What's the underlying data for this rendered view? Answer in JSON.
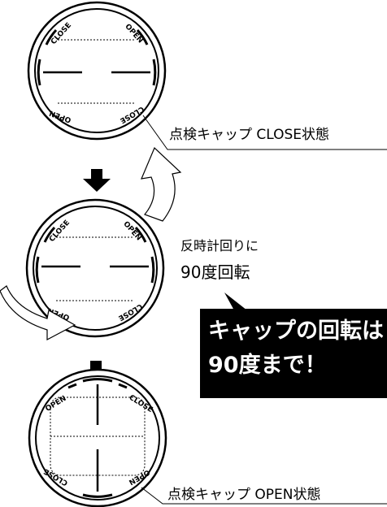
{
  "labels": {
    "close_state": "点検キャップ CLOSE状態",
    "rotate_line1": "反時計回りに",
    "rotate_line2": "90度回転",
    "open_state": "点検キャップ OPEN状態"
  },
  "callout": {
    "line1": "キャップの回転は",
    "line2": "90度まで！",
    "bg_color": "#000000",
    "text_color": "#ffffff"
  },
  "cap_marks": {
    "close": "CLOSE",
    "open": "OPEN"
  },
  "icons": {
    "step_arrow": "down-arrow-icon",
    "rotate_arrow": "curved-arrow-icon"
  }
}
